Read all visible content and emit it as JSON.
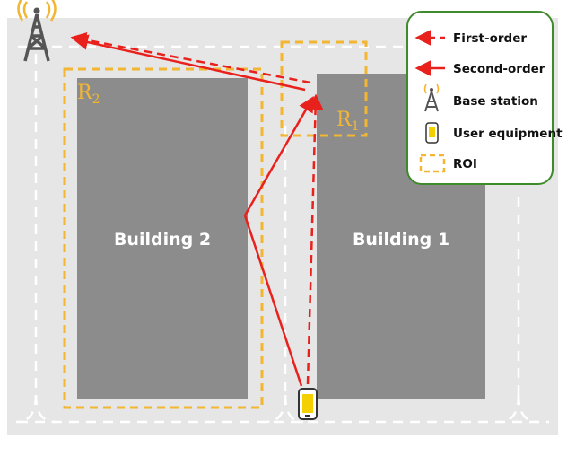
{
  "colors": {
    "road": "#e6e6e6",
    "road_marking": "#ffffff",
    "building": "#8c8c8c",
    "roi": "#f2b632",
    "ray": "#e8211d",
    "legend_border": "#3d8b2a",
    "label": "#ffffff"
  },
  "buildings": [
    {
      "id": "building-2",
      "label": "Building 2"
    },
    {
      "id": "building-1",
      "label": "Building 1"
    }
  ],
  "roi_labels": [
    {
      "main": "R",
      "sub": "2"
    },
    {
      "main": "R",
      "sub": "1"
    }
  ],
  "legend": {
    "items": [
      {
        "icon": "dashed-arrow",
        "label": "First-order"
      },
      {
        "icon": "solid-arrow",
        "label": "Second-order"
      },
      {
        "icon": "tower-icon",
        "label": "Base station"
      },
      {
        "icon": "phone-icon",
        "label": "User equipment"
      },
      {
        "icon": "dashed-box",
        "label": "ROI"
      }
    ]
  }
}
